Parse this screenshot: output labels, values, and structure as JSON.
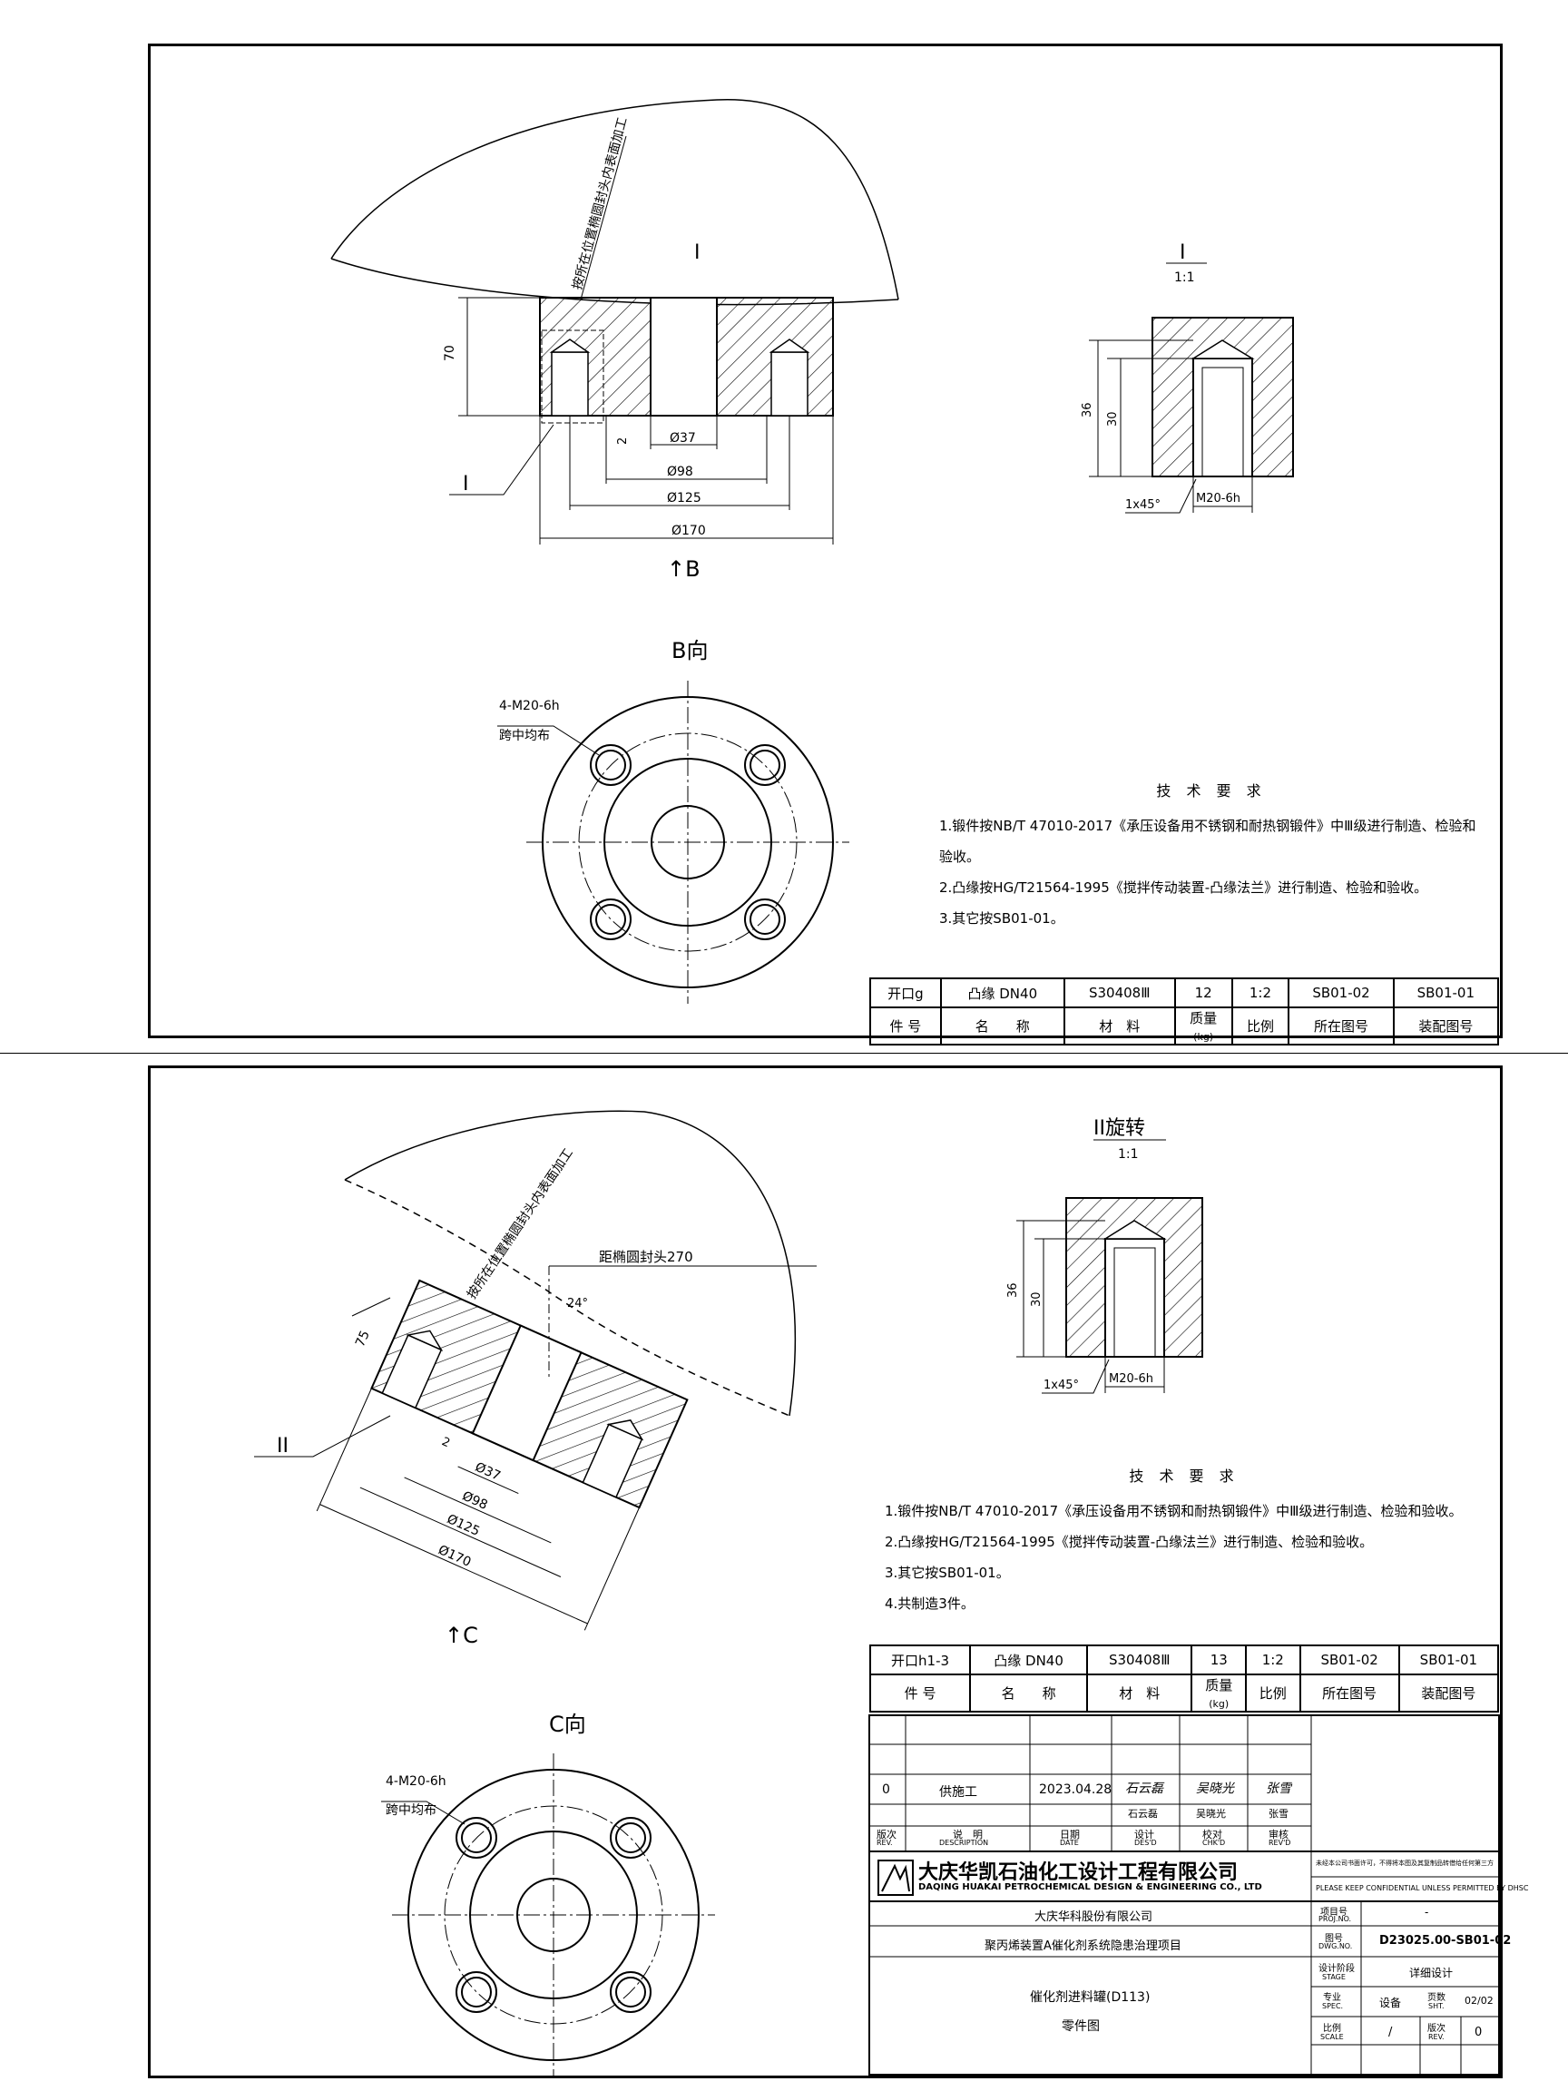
{
  "top": {
    "view_label_B": "B向",
    "section_label": "I",
    "section_scale": "1:1",
    "callout_I": "I",
    "view_arrow": "↑B",
    "note_head": "按所在位置椭圆封头内表面加工",
    "dims": {
      "d70": "70",
      "d2": "2",
      "d37": "Ø37",
      "d98": "Ø98",
      "d125": "Ø125",
      "d170": "Ø170",
      "d36": "36",
      "d30": "30",
      "chamfer": "1x45°",
      "thread": "M20-6h"
    },
    "bolt_note_1": "4-M20-6h",
    "bolt_note_2": "跨中均布",
    "req_title": "技 术 要 求",
    "req_lines": [
      "1.锻件按NB/T 47010-2017《承压设备用不锈钢和耐热钢锻件》中Ⅲ级进行制造、检验和验收。",
      "2.凸缘按HG/T21564-1995《搅拌传动装置-凸缘法兰》进行制造、检验和验收。",
      "3.其它按SB01-01。"
    ],
    "parts_row": [
      "开口g",
      "凸缘 DN40",
      "S30408Ⅲ",
      "12",
      "1:2",
      "SB01-02",
      "SB01-01"
    ],
    "parts_head": [
      "件 号",
      "名　　称",
      "材　料",
      "质量",
      "比例",
      "所在图号",
      "装配图号"
    ],
    "mass_unit": "(kg)"
  },
  "bottom": {
    "view_label_C": "C向",
    "section_label": "II旋转",
    "section_scale": "1:1",
    "callout_II": "II",
    "view_arrow": "↑C",
    "note_head": "按所在位置椭圆封头内表面加工",
    "note_dist": "距椭圆封头270",
    "angle": "24°",
    "dims": {
      "d75": "75",
      "d2": "2",
      "d37": "Ø37",
      "d98": "Ø98",
      "d125": "Ø125",
      "d170": "Ø170",
      "d36": "36",
      "d30": "30",
      "chamfer": "1x45°",
      "thread": "M20-6h"
    },
    "bolt_note_1": "4-M20-6h",
    "bolt_note_2": "跨中均布",
    "req_title": "技 术 要 求",
    "req_lines": [
      "1.锻件按NB/T 47010-2017《承压设备用不锈钢和耐热钢锻件》中Ⅲ级进行制造、检验和验收。",
      "2.凸缘按HG/T21564-1995《搅拌传动装置-凸缘法兰》进行制造、检验和验收。",
      "3.其它按SB01-01。",
      "4.共制造3件。"
    ],
    "parts_row": [
      "开口h1-3",
      "凸缘 DN40",
      "S30408Ⅲ",
      "13",
      "1:2",
      "SB01-02",
      "SB01-01"
    ],
    "parts_head": [
      "件 号",
      "名　　称",
      "材　料",
      "质量",
      "比例",
      "所在图号",
      "装配图号"
    ],
    "mass_unit": "(kg)"
  },
  "title_block": {
    "rev": "0",
    "desc": "供施工",
    "date": "2023.04.28",
    "sig_designed": "石云磊",
    "sig_checked": "吴晓光",
    "sig_approved": "张雪",
    "name_designed": "石云磊",
    "name_checked": "吴晓光",
    "name_approved": "张雪",
    "col_rev": "版次",
    "col_rev_en": "REV.",
    "col_desc": "说　明",
    "col_desc_en": "DESCRIPTION",
    "col_date": "日期",
    "col_date_en": "DATE",
    "col_des": "设计",
    "col_des_en": "DES'D",
    "col_chk": "校对",
    "col_chk_en": "CHK'D",
    "col_rev2": "审核",
    "col_rev2_en": "REV'D",
    "company_cn": "大庆华凯石油化工设计工程有限公司",
    "company_en": "DAQING HUAKAI PETROCHEMICAL DESIGN & ENGINEERING CO., LTD",
    "confidential_cn": "未经本公司书面许可，不得将本图及其复制品转借给任何第三方",
    "confidential_en": "PLEASE KEEP CONFIDENTIAL UNLESS PERMITTED BY DHSC",
    "client": "大庆华科股份有限公司",
    "project": "聚丙烯装置A催化剂系统隐患治理项目",
    "drawing_title_1": "催化剂进料罐(D113)",
    "drawing_title_2": "零件图",
    "proj_no_label": "项目号",
    "proj_no_label_en": "PROJ.NO.",
    "proj_no": "-",
    "dwg_no_label": "图号",
    "dwg_no_label_en": "DWG.NO.",
    "dwg_no": "D23025.00-SB01-02",
    "stage_label": "设计阶段",
    "stage_label_en": "STAGE",
    "stage": "详细设计",
    "spec_label": "专业",
    "spec_label_en": "SPEC.",
    "spec": "设备",
    "sht_label": "页数",
    "sht_label_en": "SHT.",
    "sht": "02/02",
    "scale_label": "比例",
    "scale_label_en": "SCALE",
    "scale": "/",
    "rev_label": "版次",
    "rev_label_en": "REV.",
    "rev_no": "0"
  }
}
